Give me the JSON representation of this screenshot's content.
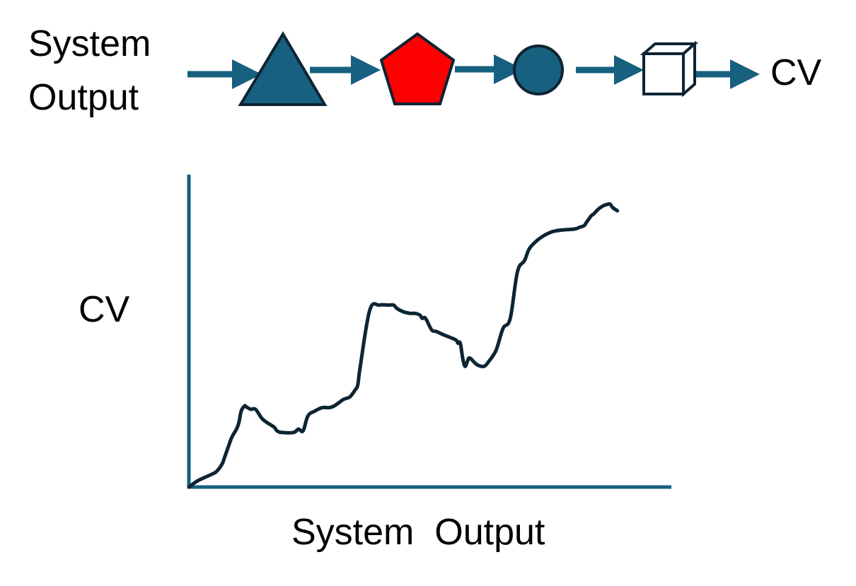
{
  "flow": {
    "input_label_line1": "System",
    "input_label_line2": "Output",
    "output_label": "CV",
    "stages": [
      {
        "shape": "triangle",
        "fill": "#17607f"
      },
      {
        "shape": "pentagon",
        "fill": "#ff0000"
      },
      {
        "shape": "circle",
        "fill": "#17607f"
      },
      {
        "shape": "cube",
        "fill": "#ffffff"
      }
    ],
    "arrow_color": "#17607f",
    "outline_color": "#0d2433"
  },
  "chart_data": {
    "type": "line",
    "xlabel": "System  Output",
    "ylabel": "CV",
    "grid": false,
    "axis_color": "#17607f",
    "line_color": "#0d2433",
    "xlim": [
      0,
      100
    ],
    "ylim": [
      0,
      100
    ],
    "series": [
      {
        "x": [
          0,
          2,
          5,
          6,
          7,
          7.5,
          8,
          9,
          10,
          10.5,
          11,
          11.7,
          12,
          13,
          14,
          15.5,
          17.5,
          18,
          18.5,
          19.5,
          22,
          23,
          24,
          25,
          26.5,
          28,
          29.5,
          30.5,
          31.5,
          32.5,
          33.5,
          34,
          35,
          35.5,
          36,
          38,
          40,
          42,
          43,
          43.7,
          45,
          46.5,
          47.5,
          48.5,
          49,
          49.7,
          51,
          52,
          53.5,
          56,
          56.5,
          57,
          57.5,
          58,
          58.5,
          59,
          60.5,
          62,
          63,
          64,
          64.7,
          66,
          67.5,
          69,
          70.5,
          72,
          76,
          81,
          82,
          83,
          83.5,
          84.5,
          85,
          86,
          87,
          88,
          88.5,
          89,
          90
        ],
        "y": [
          0,
          2,
          4,
          5,
          7,
          9,
          11,
          15,
          17.5,
          19.5,
          23,
          24.5,
          24.3,
          23.5,
          23.5,
          20.5,
          18.5,
          18,
          17,
          16.5,
          16.5,
          17.5,
          17,
          21.5,
          23,
          24,
          24,
          24.5,
          25.5,
          26.5,
          27,
          27.5,
          29.5,
          31,
          36.5,
          53.5,
          55,
          55,
          55,
          54,
          53,
          52.5,
          52.5,
          52,
          51,
          51,
          47.5,
          47,
          46,
          44.5,
          43.5,
          43.5,
          39,
          36.5,
          38,
          39,
          37,
          36.5,
          38,
          40,
          42,
          48,
          51,
          65,
          68.5,
          73,
          77,
          78,
          78.5,
          79,
          80,
          82,
          82.5,
          84,
          85,
          85.5,
          85.5,
          84.5,
          83.5
        ]
      }
    ]
  }
}
